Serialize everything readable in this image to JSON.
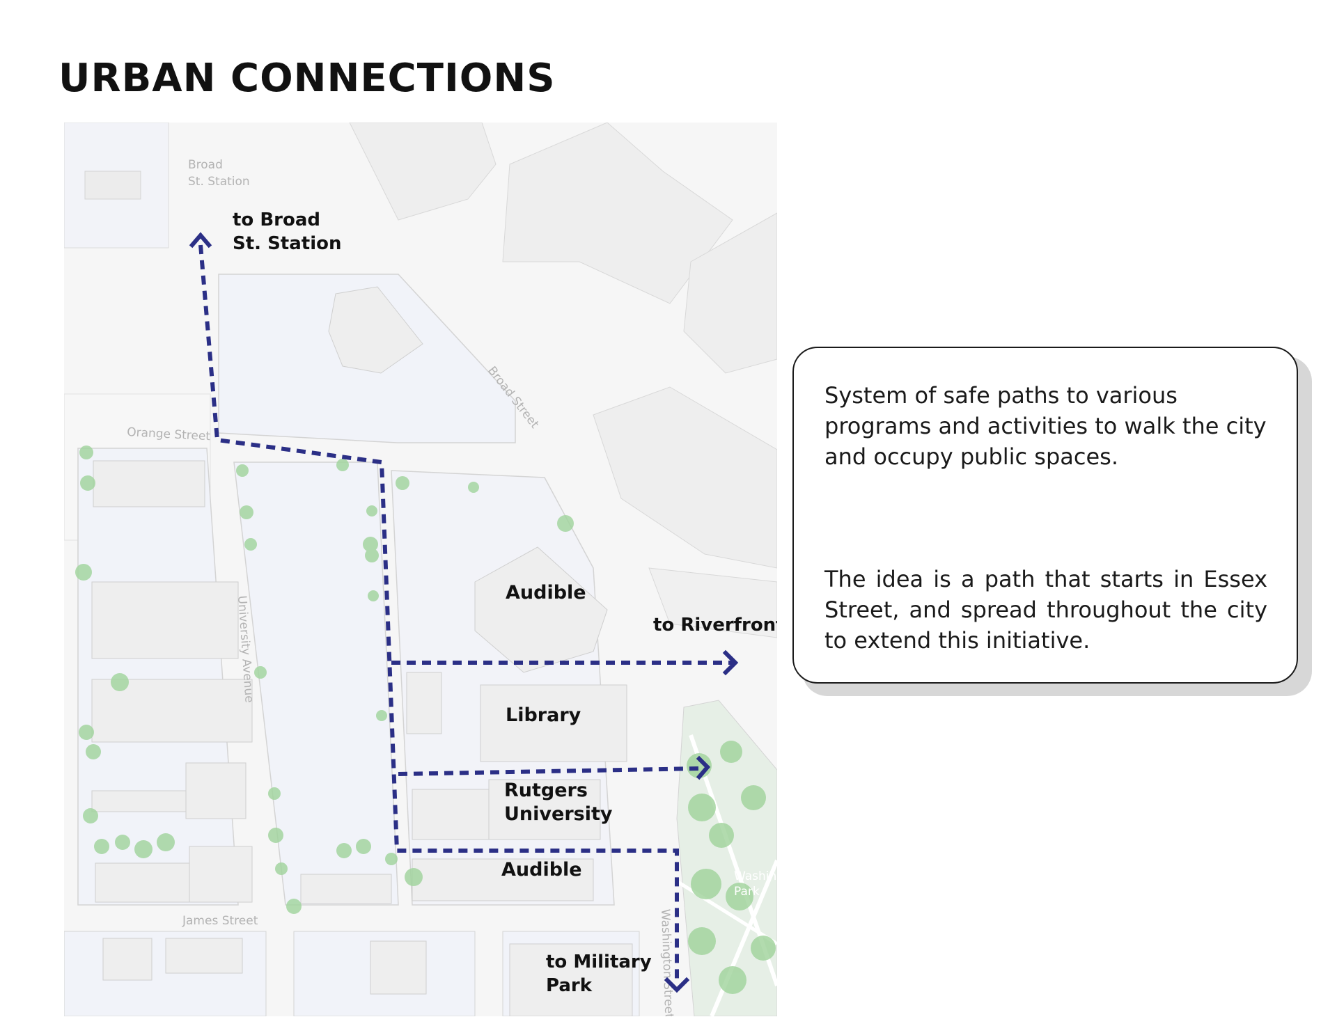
{
  "title": "URBAN CONNECTIONS",
  "map": {
    "streets": {
      "broad_station": [
        "Broad",
        "St. Station"
      ],
      "orange": "Orange Street",
      "broad": "Broad Street",
      "university": "University Avenue",
      "james": "James Street",
      "washington": "Washington Street",
      "park": [
        "Washin",
        "Park"
      ]
    },
    "buildings": {
      "audible_1": "Audible",
      "library": "Library",
      "rutgers": [
        "Rutgers",
        "University"
      ],
      "audible_2": "Audible"
    },
    "destinations": {
      "broad_station": [
        "to Broad",
        "St. Station"
      ],
      "riverfront": "to Riverfront",
      "military_park": [
        "to Military",
        "Park"
      ]
    }
  },
  "colors": {
    "path": "#2b2f86",
    "block": "#f1f3f9",
    "building": "#eeeeee",
    "park": "#e6efe6",
    "tree": "#9fd39b"
  },
  "description": {
    "paragraph_1": "System of safe paths to various programs and activities to walk the city and occupy public spaces.",
    "paragraph_2": "The idea is a path that starts in Essex Street, and spread throughout the city to extend this initiative."
  }
}
